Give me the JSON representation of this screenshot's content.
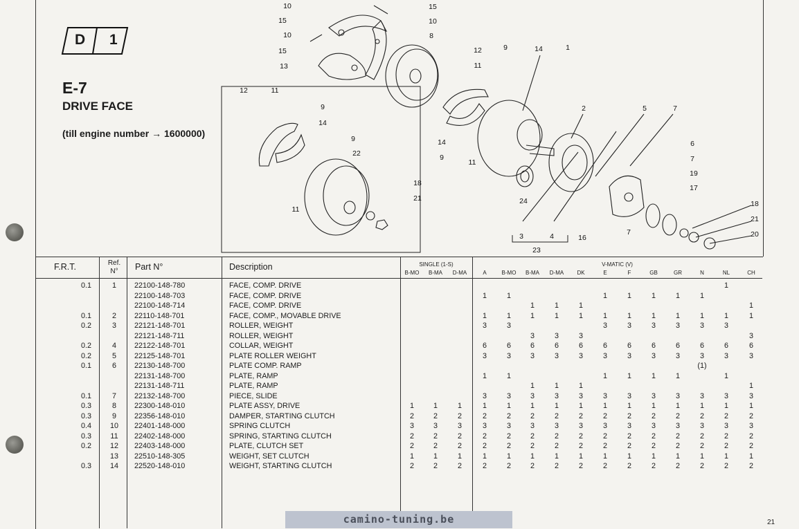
{
  "header": {
    "badge_letter": "D",
    "badge_number": "1",
    "code": "E-7",
    "title": "DRIVE FACE",
    "note": "(till engine number → 1600000)"
  },
  "diagram": {
    "callouts": [
      "10",
      "15",
      "10",
      "15",
      "13",
      "15",
      "10",
      "8",
      "12",
      "11",
      "9",
      "14",
      "1",
      "12",
      "11",
      "9",
      "14",
      "9",
      "22",
      "18",
      "21",
      "11",
      "2",
      "5",
      "7",
      "14",
      "9",
      "11",
      "6",
      "7",
      "19",
      "17",
      "24",
      "18",
      "21",
      "20",
      "3",
      "4",
      "23",
      "16",
      "7"
    ]
  },
  "table": {
    "headers": {
      "frt": "F.R.T.",
      "ref": "Ref.",
      "ref_no": "N°",
      "part": "Part N°",
      "desc": "Description",
      "single": "SINGLE (1-S)",
      "vmatic": "V-MATIC (V)"
    },
    "single_cols": [
      "B-MO",
      "B-MA",
      "D-MA"
    ],
    "vmatic_cols": [
      "A",
      "B-MO",
      "B-MA",
      "D-MA",
      "DK",
      "E",
      "F",
      "GB",
      "GR",
      "N",
      "NL",
      "CH"
    ],
    "rows": [
      {
        "frt": "0.1",
        "ref": "1",
        "part": "22100-148-780",
        "desc": "FACE, COMP. DRIVE",
        "s": [
          "",
          "",
          ""
        ],
        "v": [
          "",
          "",
          "",
          "",
          "",
          "",
          "",
          "",
          "",
          "",
          "1",
          ""
        ]
      },
      {
        "frt": "",
        "ref": "",
        "part": "22100-148-703",
        "desc": "FACE, COMP. DRIVE",
        "s": [
          "",
          "",
          ""
        ],
        "v": [
          "1",
          "1",
          "",
          "",
          "",
          "1",
          "1",
          "1",
          "1",
          "1",
          "",
          ""
        ]
      },
      {
        "frt": "",
        "ref": "",
        "part": "22100-148-714",
        "desc": "FACE, COMP. DRIVE",
        "s": [
          "",
          "",
          ""
        ],
        "v": [
          "",
          "",
          "1",
          "1",
          "1",
          "",
          "",
          "",
          "",
          "",
          "",
          "1"
        ]
      },
      {
        "frt": "0.1",
        "ref": "2",
        "part": "22110-148-701",
        "desc": "FACE, COMP., MOVABLE DRIVE",
        "s": [
          "",
          "",
          ""
        ],
        "v": [
          "1",
          "1",
          "1",
          "1",
          "1",
          "1",
          "1",
          "1",
          "1",
          "1",
          "1",
          "1"
        ]
      },
      {
        "frt": "0.2",
        "ref": "3",
        "part": "22121-148-701",
        "desc": "ROLLER, WEIGHT",
        "s": [
          "",
          "",
          ""
        ],
        "v": [
          "3",
          "3",
          "",
          "",
          "",
          "3",
          "3",
          "3",
          "3",
          "3",
          "3",
          ""
        ]
      },
      {
        "frt": "",
        "ref": "",
        "part": "22121-148-711",
        "desc": "ROLLER, WEIGHT",
        "s": [
          "",
          "",
          ""
        ],
        "v": [
          "",
          "",
          "3",
          "3",
          "3",
          "",
          "",
          "",
          "",
          "",
          "",
          "3"
        ]
      },
      {
        "frt": "0.2",
        "ref": "4",
        "part": "22122-148-701",
        "desc": "COLLAR, WEIGHT",
        "s": [
          "",
          "",
          ""
        ],
        "v": [
          "6",
          "6",
          "6",
          "6",
          "6",
          "6",
          "6",
          "6",
          "6",
          "6",
          "6",
          "6"
        ]
      },
      {
        "frt": "0.2",
        "ref": "5",
        "part": "22125-148-701",
        "desc": "PLATE ROLLER WEIGHT",
        "s": [
          "",
          "",
          ""
        ],
        "v": [
          "3",
          "3",
          "3",
          "3",
          "3",
          "3",
          "3",
          "3",
          "3",
          "3",
          "3",
          "3"
        ]
      },
      {
        "frt": "0.1",
        "ref": "6",
        "part": "22130-148-700",
        "desc": "PLATE COMP. RAMP",
        "s": [
          "",
          "",
          ""
        ],
        "v": [
          "",
          "",
          "",
          "",
          "",
          "",
          "",
          "",
          "",
          "(1)",
          "",
          ""
        ]
      },
      {
        "frt": "",
        "ref": "",
        "part": "22131-148-700",
        "desc": "PLATE, RAMP",
        "s": [
          "",
          "",
          ""
        ],
        "v": [
          "1",
          "1",
          "",
          "",
          "",
          "1",
          "1",
          "1",
          "1",
          "",
          "1",
          ""
        ]
      },
      {
        "frt": "",
        "ref": "",
        "part": "22131-148-711",
        "desc": "PLATE, RAMP",
        "s": [
          "",
          "",
          ""
        ],
        "v": [
          "",
          "",
          "1",
          "1",
          "1",
          "",
          "",
          "",
          "",
          "",
          "",
          "1"
        ]
      },
      {
        "frt": "0.1",
        "ref": "7",
        "part": "22132-148-700",
        "desc": "PIECE, SLIDE",
        "s": [
          "",
          "",
          ""
        ],
        "v": [
          "3",
          "3",
          "3",
          "3",
          "3",
          "3",
          "3",
          "3",
          "3",
          "3",
          "3",
          "3"
        ]
      },
      {
        "frt": "0.3",
        "ref": "8",
        "part": "22300-148-010",
        "desc": "PLATE ASSY, DRIVE",
        "s": [
          "1",
          "1",
          "1"
        ],
        "v": [
          "1",
          "1",
          "1",
          "1",
          "1",
          "1",
          "1",
          "1",
          "1",
          "1",
          "1",
          "1"
        ]
      },
      {
        "frt": "0.3",
        "ref": "9",
        "part": "22356-148-010",
        "desc": "DAMPER, STARTING CLUTCH",
        "s": [
          "2",
          "2",
          "2"
        ],
        "v": [
          "2",
          "2",
          "2",
          "2",
          "2",
          "2",
          "2",
          "2",
          "2",
          "2",
          "2",
          "2"
        ]
      },
      {
        "frt": "0.4",
        "ref": "10",
        "part": "22401-148-000",
        "desc": "SPRING CLUTCH",
        "s": [
          "3",
          "3",
          "3"
        ],
        "v": [
          "3",
          "3",
          "3",
          "3",
          "3",
          "3",
          "3",
          "3",
          "3",
          "3",
          "3",
          "3"
        ]
      },
      {
        "frt": "0.3",
        "ref": "11",
        "part": "22402-148-000",
        "desc": "SPRING, STARTING CLUTCH",
        "s": [
          "2",
          "2",
          "2"
        ],
        "v": [
          "2",
          "2",
          "2",
          "2",
          "2",
          "2",
          "2",
          "2",
          "2",
          "2",
          "2",
          "2"
        ]
      },
      {
        "frt": "0.2",
        "ref": "12",
        "part": "22403-148-000",
        "desc": "PLATE, CLUTCH SET",
        "s": [
          "2",
          "2",
          "2"
        ],
        "v": [
          "2",
          "2",
          "2",
          "2",
          "2",
          "2",
          "2",
          "2",
          "2",
          "2",
          "2",
          "2"
        ]
      },
      {
        "frt": "",
        "ref": "13",
        "part": "22510-148-305",
        "desc": "WEIGHT, SET CLUTCH",
        "s": [
          "1",
          "1",
          "1"
        ],
        "v": [
          "1",
          "1",
          "1",
          "1",
          "1",
          "1",
          "1",
          "1",
          "1",
          "1",
          "1",
          "1"
        ]
      },
      {
        "frt": "0.3",
        "ref": "14",
        "part": "22520-148-010",
        "desc": "WEIGHT, STARTING CLUTCH",
        "s": [
          "2",
          "2",
          "2"
        ],
        "v": [
          "2",
          "2",
          "2",
          "2",
          "2",
          "2",
          "2",
          "2",
          "2",
          "2",
          "2",
          "2"
        ]
      }
    ]
  },
  "footer": {
    "watermark": "camino-tuning.be",
    "page_number": "21"
  }
}
